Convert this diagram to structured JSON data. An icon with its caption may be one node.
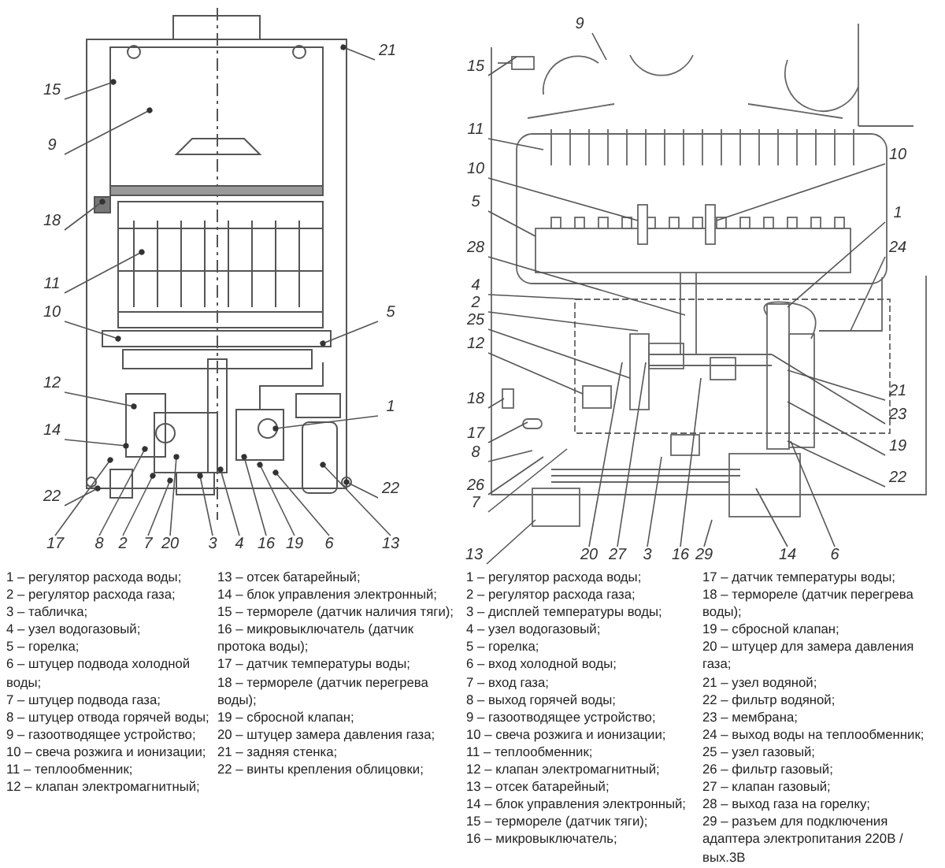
{
  "diagram": {
    "nodes": [
      {
        "text": [
          "15"
        ]
      },
      {
        "text": [
          "9"
        ]
      },
      {
        "text": [
          "21"
        ]
      },
      {
        "text": [
          "18"
        ]
      },
      {
        "text": [
          "11"
        ]
      },
      {
        "text": [
          "10"
        ]
      },
      {
        "text": [
          "5"
        ]
      },
      {
        "text": [
          "12"
        ]
      },
      {
        "text": [
          "14"
        ]
      },
      {
        "text": [
          "1"
        ]
      },
      {
        "text": [
          "22"
        ]
      },
      {
        "text": [
          "22"
        ]
      },
      {
        "text": [
          "17"
        ]
      },
      {
        "text": [
          "8"
        ]
      },
      {
        "text": [
          "2"
        ]
      },
      {
        "text": [
          "7"
        ]
      },
      {
        "text": [
          "20"
        ]
      },
      {
        "text": [
          "3"
        ]
      },
      {
        "text": [
          "4"
        ]
      },
      {
        "text": [
          "16"
        ]
      },
      {
        "text": [
          "19"
        ]
      },
      {
        "text": [
          "6"
        ]
      },
      {
        "text": [
          "13"
        ]
      },
      {
        "text": [
          "9"
        ]
      },
      {
        "text": [
          "15"
        ]
      },
      {
        "text": [
          "11"
        ]
      },
      {
        "text": [
          "10"
        ]
      },
      {
        "text": [
          "10"
        ]
      },
      {
        "text": [
          "5"
        ]
      },
      {
        "text": [
          "28"
        ]
      },
      {
        "text": [
          "4"
        ]
      },
      {
        "text": [
          "2"
        ]
      },
      {
        "text": [
          "25"
        ]
      },
      {
        "text": [
          "12"
        ]
      },
      {
        "text": [
          "18"
        ]
      },
      {
        "text": [
          "17"
        ]
      },
      {
        "text": [
          "8"
        ]
      },
      {
        "text": [
          "26"
        ]
      },
      {
        "text": [
          "7"
        ]
      },
      {
        "text": [
          "1"
        ]
      },
      {
        "text": [
          "24"
        ]
      },
      {
        "text": [
          "21"
        ]
      },
      {
        "text": [
          "23"
        ]
      },
      {
        "text": [
          "19"
        ]
      },
      {
        "text": [
          "22"
        ]
      },
      {
        "text": [
          "13"
        ]
      },
      {
        "text": [
          "20"
        ]
      },
      {
        "text": [
          "27"
        ]
      },
      {
        "text": [
          "3"
        ]
      },
      {
        "text": [
          "16"
        ]
      },
      {
        "text": [
          "29"
        ]
      },
      {
        "text": [
          "14"
        ]
      },
      {
        "text": [
          "6"
        ]
      }
    ],
    "edges": [
      {
        "from": 0,
        "to": null,
        "arrow": "other"
      },
      {
        "from": 1,
        "to": null,
        "arrow": "other"
      },
      {
        "from": 2,
        "to": null,
        "arrow": "other"
      },
      {
        "from": 3,
        "to": null,
        "arrow": "other"
      },
      {
        "from": 4,
        "to": null,
        "arrow": "other"
      },
      {
        "from": 5,
        "to": null,
        "arrow": "other"
      },
      {
        "from": 6,
        "to": null,
        "arrow": "other"
      },
      {
        "from": 7,
        "to": null,
        "arrow": "other"
      },
      {
        "from": 8,
        "to": null,
        "arrow": "other"
      },
      {
        "from": 9,
        "to": null,
        "arrow": "other"
      },
      {
        "from": 10,
        "to": null,
        "arrow": "other"
      },
      {
        "from": 11,
        "to": null,
        "arrow": "other"
      },
      {
        "from": 12,
        "to": null,
        "arrow": "other"
      },
      {
        "from": 13,
        "to": null,
        "arrow": "other"
      },
      {
        "from": 14,
        "to": null,
        "arrow": "other"
      },
      {
        "from": 15,
        "to": null,
        "arrow": "other"
      },
      {
        "from": 16,
        "to": null,
        "arrow": "other"
      },
      {
        "from": 17,
        "to": null,
        "arrow": "other"
      },
      {
        "from": 18,
        "to": null,
        "arrow": "other"
      },
      {
        "from": 19,
        "to": null,
        "arrow": "other"
      },
      {
        "from": 20,
        "to": null,
        "arrow": "other"
      },
      {
        "from": 21,
        "to": null,
        "arrow": "other"
      },
      {
        "from": 22,
        "to": null,
        "arrow": "other"
      },
      {
        "from": 23,
        "to": null,
        "arrow": "none"
      },
      {
        "from": 24,
        "to": null,
        "arrow": "none"
      },
      {
        "from": 25,
        "to": null,
        "arrow": "none"
      },
      {
        "from": 26,
        "to": null,
        "arrow": "none"
      },
      {
        "from": 27,
        "to": null,
        "arrow": "none"
      },
      {
        "from": 28,
        "to": null,
        "arrow": "none"
      },
      {
        "from": 29,
        "to": null,
        "arrow": "none"
      },
      {
        "from": 30,
        "to": null,
        "arrow": "none"
      },
      {
        "from": 31,
        "to": null,
        "arrow": "none"
      },
      {
        "from": 32,
        "to": null,
        "arrow": "none"
      },
      {
        "from": 33,
        "to": null,
        "arrow": "none"
      },
      {
        "from": 34,
        "to": null,
        "arrow": "none"
      },
      {
        "from": 35,
        "to": null,
        "arrow": "none"
      },
      {
        "from": 36,
        "to": null,
        "arrow": "none"
      },
      {
        "from": 37,
        "to": null,
        "arrow": "none"
      },
      {
        "from": 38,
        "to": null,
        "arrow": "none"
      },
      {
        "from": 39,
        "to": null,
        "arrow": "none"
      },
      {
        "from": 40,
        "to": null,
        "arrow": "none"
      },
      {
        "from": 41,
        "to": null,
        "arrow": "none"
      },
      {
        "from": 42,
        "to": null,
        "arrow": "none"
      },
      {
        "from": 43,
        "to": null,
        "arrow": "none"
      },
      {
        "from": 44,
        "to": null,
        "arrow": "none"
      },
      {
        "from": 45,
        "to": null,
        "arrow": "none"
      },
      {
        "from": 46,
        "to": null,
        "arrow": "none"
      },
      {
        "from": 47,
        "to": null,
        "arrow": "none"
      },
      {
        "from": 48,
        "to": null,
        "arrow": "none"
      },
      {
        "from": 49,
        "to": null,
        "arrow": "none"
      },
      {
        "from": 50,
        "to": null,
        "arrow": "none"
      },
      {
        "from": 51,
        "to": null,
        "arrow": "none"
      },
      {
        "from": 52,
        "to": null,
        "arrow": "none"
      }
    ],
    "labels": [
      "1 – регулятор расхода воды;",
      "2 – регулятор расхода газа;",
      "3 – табличка;",
      "4 – узел водогазовый;",
      "5 – горелка;",
      "6 – штуцер подвода холодной воды;",
      "7 – штуцер подвода газа;",
      "8 – штуцер отвода горячей воды;",
      "9 – газоотводящее устройство;",
      "10 – свеча розжига и ионизации;",
      "11 – теплообменник;",
      "12 – клапан электромагнитный;",
      "13 – отсек батарейный;",
      "14 – блок управления электронный;",
      "15 – термореле (датчик наличия тяги);",
      "16 – микровыключатель (датчик протока воды);",
      "17 – датчик температуры воды;",
      "18 – термореле (датчик перегрева воды);",
      "19 – сбросной клапан;",
      "20 – штуцер замера давления газа;",
      "21 – задняя стенка;",
      "22 – винты крепления облицовки;",
      "1 – регулятор расхода воды;",
      "2 – регулятор расхода газа;",
      "3 – дисплей температуры воды;",
      "4 – узел водогазовый;",
      "5 – горелка;",
      "6 – вход холодной воды;",
      "7 – вход газа;",
      "8 – выход горячей воды;",
      "9 – газоотводящее устройство;",
      "10 – свеча розжига и ионизации;",
      "11 – теплообменник;",
      "12 – клапан электромагнитный;",
      "13 – отсек батарейный;",
      "14 – блок управления электронный;",
      "15 – термореле (датчик тяги);",
      "16 – микровыключатель;",
      "17 – датчик температуры воды;",
      "18 – термореле (датчик перегрева воды);",
      "19 – сбросной клапан;",
      "20 – штуцер для замера давления газа;",
      "21 – узел водяной;",
      "22 – фильтр водяной;",
      "23 – мембрана;",
      "24 – выход воды на теплообменник;",
      "25 – узел газовый;",
      "26 – фильтр газовый;",
      "27 – клапан газовый;",
      "28 – выход газа на горелку;",
      "29 – разъем для подключения адаптера электропитания 220В / вых.3В"
    ]
  }
}
